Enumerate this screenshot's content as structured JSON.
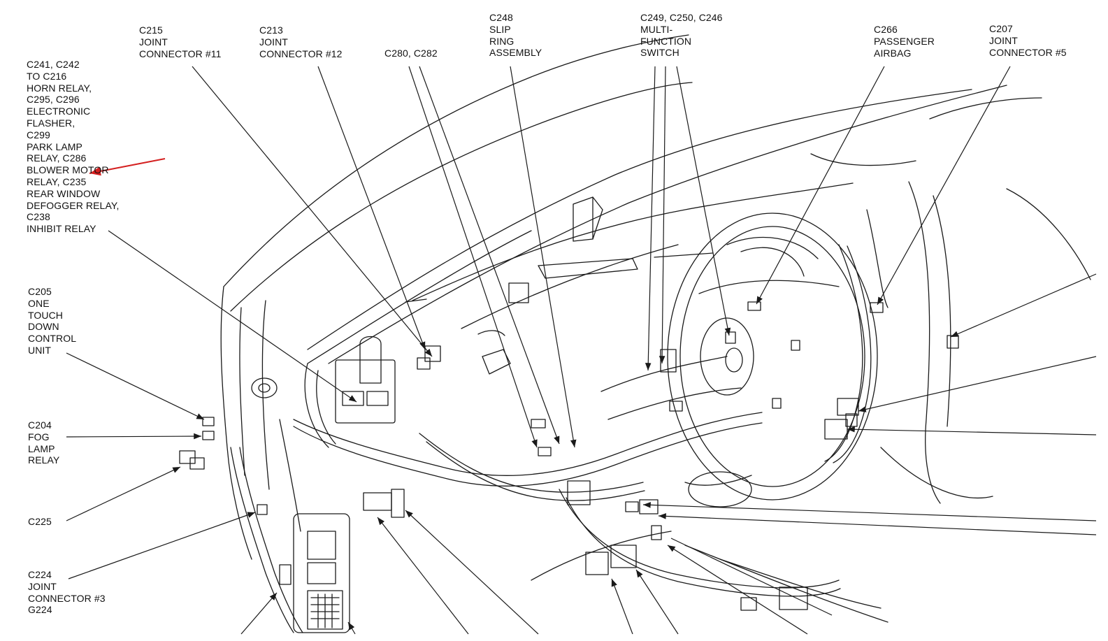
{
  "labels": {
    "c241": "C241, C242\nTO C216\nHORN RELAY,\nC295, C296\nELECTRONIC\nFLASHER,\nC299\nPARK LAMP\nRELAY, C286\nBLOWER MOTOR\nRELAY, C235\nREAR WINDOW\nDEFOGGER RELAY,\nC238\nINHIBIT RELAY",
    "c215": "C215\nJOINT\nCONNECTOR #11",
    "c213": "C213\nJOINT\nCONNECTOR #12",
    "c280": "C280, C282",
    "c248": "C248\nSLIP\nRING\nASSEMBLY",
    "c249": "C249, C250, C246\nMULTI-\nFUNCTION\nSWITCH",
    "c266": "C266\nPASSENGER\nAIRBAG",
    "c207": "C207\nJOINT\nCONNECTOR #5",
    "c205": "C205\nONE\nTOUCH\nDOWN\nCONTROL\nUNIT",
    "c204": "C204\nFOG\nLAMP\nRELAY",
    "c225": "C225",
    "c224": "C224\nJOINT\nCONNECTOR #3\nG224"
  },
  "colors": {
    "line": "#1a1a1a",
    "arrow_marker": "#d42020"
  }
}
